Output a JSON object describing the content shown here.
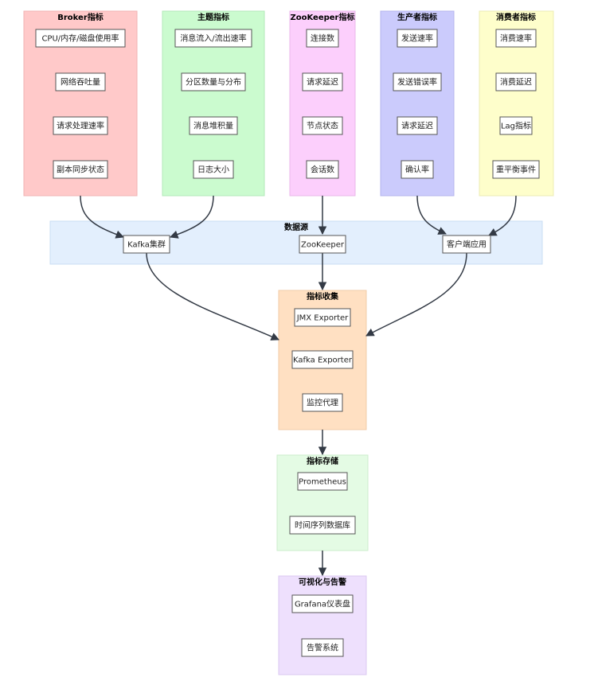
{
  "colors": {
    "broker": "#ffc9c9",
    "topic": "#cbfbcf",
    "zookeeper": "#fccffc",
    "producer": "#cbcbfc",
    "consumer": "#fefecb",
    "datasource": "#e3effd",
    "collect": "#ffe0c2",
    "storage": "#e4fbe4",
    "visual": "#eee0fd",
    "edge": "#333a45"
  },
  "groups": {
    "broker": {
      "title": "Broker指标"
    },
    "topic": {
      "title": "主题指标"
    },
    "zookeeper": {
      "title": "ZooKeeper指标"
    },
    "producer": {
      "title": "生产者指标"
    },
    "consumer": {
      "title": "消费者指标"
    },
    "datasource": {
      "title": "数据源"
    },
    "collect": {
      "title": "指标收集"
    },
    "storage": {
      "title": "指标存储"
    },
    "visual": {
      "title": "可视化与告警"
    }
  },
  "nodes": {
    "b1": "CPU/内存/磁盘使用率",
    "b2": "网络吞吐量",
    "b3": "请求处理速率",
    "b4": "副本同步状态",
    "t1": "消息流入/流出速率",
    "t2": "分区数量与分布",
    "t3": "消息堆积量",
    "t4": "日志大小",
    "z1": "连接数",
    "z2": "请求延迟",
    "z3": "节点状态",
    "z4": "会话数",
    "p1": "发送速率",
    "p2": "发送错误率",
    "p3": "请求延迟",
    "p4": "确认率",
    "c1": "消费速率",
    "c2": "消费延迟",
    "c3": "Lag指标",
    "c4": "重平衡事件",
    "kafka": "Kafka集群",
    "zk": "ZooKeeper",
    "client": "客户端应用",
    "jmx": "JMX Exporter",
    "kexp": "Kafka Exporter",
    "agent": "监控代理",
    "prom": "Prometheus",
    "tsdb": "时间序列数据库",
    "grafana": "Grafana仪表盘",
    "alert": "告警系统"
  }
}
